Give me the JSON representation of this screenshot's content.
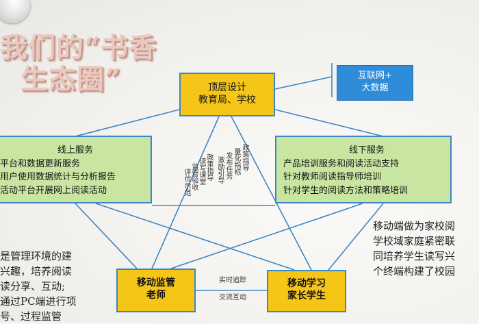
{
  "title": {
    "line1": "我们的“书香",
    "line2": "生态圈”"
  },
  "nodes": {
    "top": {
      "line1": "顶层设计",
      "line2": "教育局、学校"
    },
    "internet": {
      "line1": "互联网+",
      "line2": "大数据"
    },
    "online": {
      "heading": "线上服务",
      "items": [
        "平台和数据更新服务",
        "用户使用数据统计与分析报告",
        "活动平台开展网上阅读活动"
      ]
    },
    "offline": {
      "heading": "线下服务",
      "items": [
        "产品培训服务和阅读活动支持",
        "针对教师阅读指导师培训",
        "针对学生的阅读方法和策略培训"
      ]
    },
    "teacher": {
      "line1": "移动监管",
      "line2": "老师"
    },
    "learner": {
      "line1": "移动学习",
      "line2": "家长学生"
    }
  },
  "edge_labels": {
    "policy_left": {
      "col1": "政策指导",
      "col2": "读写课堂",
      "col3": "监管验收",
      "col4": "评优示范"
    },
    "policy_right": {
      "col1": "政策指导",
      "col2": "量化指标",
      "col3": "发布任务",
      "col4": "激励引导"
    },
    "realtime": {
      "line1": "实时追踪",
      "line2": "交流互动"
    }
  },
  "left_text": [
    "是管理环境的建",
    "兴趣，培养阅读",
    "读分享、互动;",
    "通过PC端进行项",
    "号、过程监管"
  ],
  "right_text": [
    "移动端做为家校阅",
    "学校域家庭紧密联",
    "同培养学生读写兴",
    "个终端构建了校园"
  ],
  "colors": {
    "yellow": "#f5c518",
    "green": "#c8e6a2",
    "blue_box": "#2f8cd8",
    "line": "#3c86c6"
  }
}
